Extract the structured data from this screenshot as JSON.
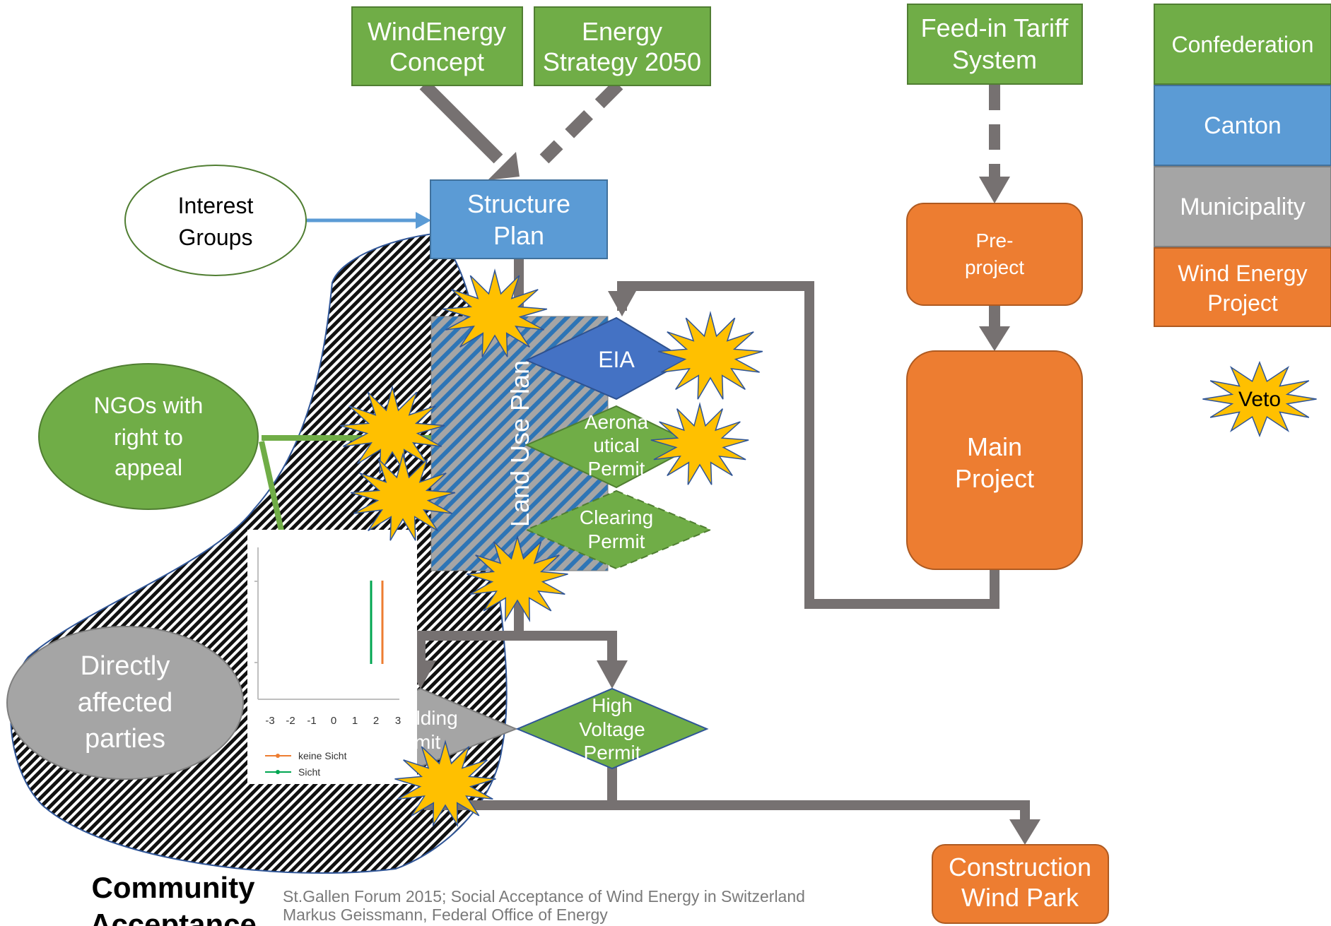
{
  "nodes": {
    "wind_energy_concept": [
      "WindEnergy",
      "Concept"
    ],
    "energy_strategy": [
      "Energy",
      "Strategy 2050"
    ],
    "feed_in_tariff": [
      "Feed-in Tariff",
      "System"
    ],
    "interest_groups": [
      "Interest",
      "Groups"
    ],
    "structure_plan": [
      "Structure",
      "Plan"
    ],
    "pre_project": [
      "Pre-",
      "project"
    ],
    "main_project": [
      "Main",
      "Project"
    ],
    "land_use_plan": "Land Use Plan",
    "eia": "EIA",
    "aeronautical_permit": [
      "Aerona",
      "utical",
      "Permit"
    ],
    "clearing_permit": [
      "Clearing",
      "Permit"
    ],
    "ngos": [
      "NGOs with",
      "right to",
      "appeal"
    ],
    "directly_affected": [
      "Directly",
      "affected",
      "parties"
    ],
    "building_permit": [
      "ilding",
      "rmit"
    ],
    "high_voltage_permit": [
      "High",
      "Voltage",
      "Permit"
    ],
    "construction_wind_park": [
      "Construction",
      "Wind Park"
    ]
  },
  "legend": {
    "confederation": "Confederation",
    "canton": "Canton",
    "municipality": "Municipality",
    "wind_energy_project": [
      "Wind Energy",
      "Project"
    ],
    "veto": "Veto"
  },
  "colors": {
    "confederation": "#70AD47",
    "canton": "#5B9BD5",
    "municipality": "#A5A5A5",
    "wind_energy_project": "#ED7D31",
    "veto": "#FFC000",
    "arrow": "#767171",
    "eia": "#4472C4"
  },
  "inset_chart": {
    "x_ticks": [
      "-3",
      "-2",
      "-1",
      "0",
      "1",
      "2",
      "3"
    ],
    "legend": [
      "keine Sicht",
      "Sicht"
    ]
  },
  "community_label": [
    "Community",
    "Acceptance"
  ],
  "caption": [
    "St.Gallen Forum 2015; Social Acceptance of Wind Energy in Switzerland",
    "Markus Geissmann, Federal Office of Energy"
  ]
}
